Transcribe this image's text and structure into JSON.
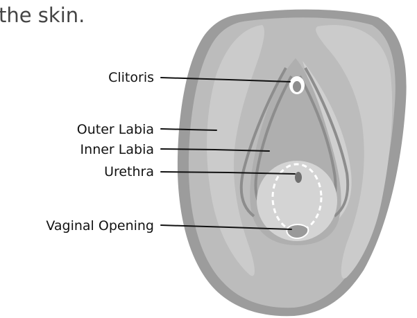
{
  "intro_text": "the skin.",
  "labels": {
    "clitoris": "Clitoris",
    "outer_labia": "Outer Labia",
    "inner_labia": "Inner Labia",
    "urethra": "Urethra",
    "vaginal_opening": "Vaginal Opening"
  },
  "colors": {
    "outer_body": "#9c9c9c",
    "inner_body": "#bcbcbc",
    "outer_labia": "#cbcbcb",
    "inner_region": "#b0b0b0",
    "vestibule": "#d4d4d4",
    "opening_marker": "#ffffff",
    "leader_line": "#111111"
  }
}
